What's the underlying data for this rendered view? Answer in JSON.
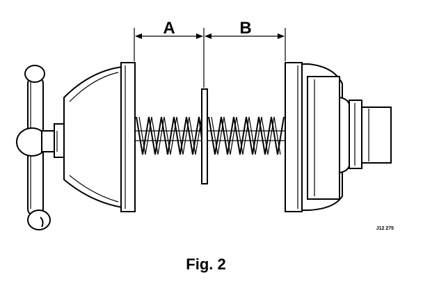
{
  "figure": {
    "dimension_a": "A",
    "dimension_b": "B",
    "reference_code": "J12 275",
    "caption": "Fig. 2"
  }
}
